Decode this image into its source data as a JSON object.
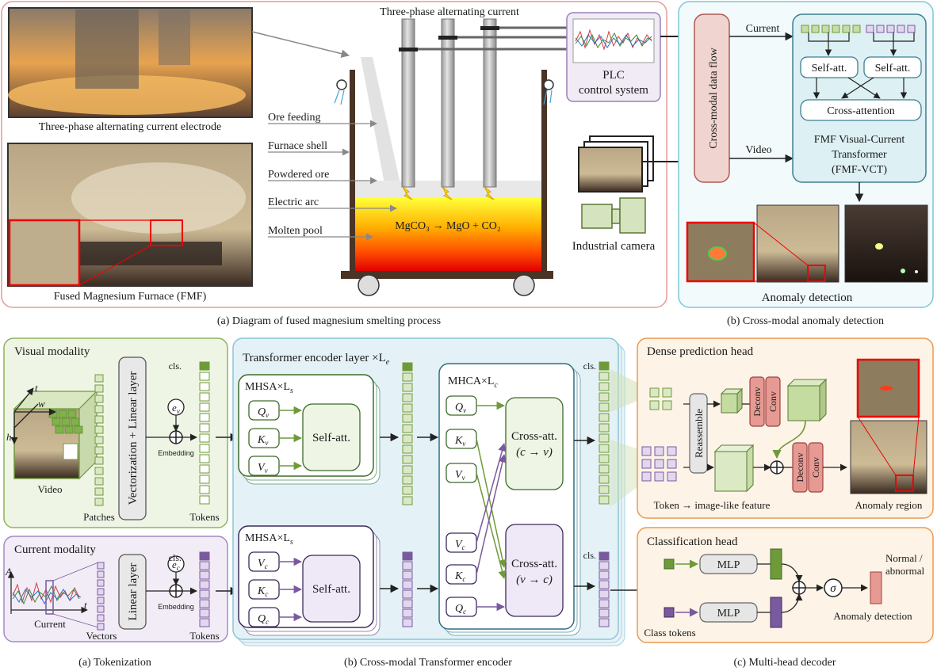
{
  "top": {
    "photo_caption_1": "Three-phase alternating current electrode",
    "photo_caption_2": "Fused Magnesium Furnace (FMF)",
    "three_phase_label": "Three-phase alternating current",
    "plc_line1": "PLC",
    "plc_line2": "control system",
    "labels": [
      "Ore feeding",
      "Furnace shell",
      "Powdered ore",
      "Electric arc",
      "Molten pool"
    ],
    "reaction": "MgCO₃ → MgO + CO₂",
    "industrial_camera": "Industrial camera",
    "caption_a": "(a)  Diagram of fused magnesium smelting process",
    "caption_b": "(b)  Cross-modal anomaly detection",
    "crossmodal_flow": "Cross-modal data flow",
    "current": "Current",
    "video": "Video",
    "selfatt": "Self-att.",
    "crossattention": "Cross-attention",
    "fmf_line1": "FMF Visual-Current",
    "fmf_line2": "Transformer",
    "fmf_line3": "(FMF-VCT)",
    "anomaly_detection": "Anomaly detection"
  },
  "bottom": {
    "visual_modality": "Visual modality",
    "current_modality": "Current modality",
    "vectorization": "Vectorization + Linear layer",
    "linear_layer": "Linear layer",
    "ev": "e",
    "ev_sub": "v",
    "ec_sub": "c",
    "embedding": "Embedding",
    "tokens": "Tokens",
    "cls": "cls.",
    "video": "Video",
    "patches": "Patches",
    "current": "Current",
    "vectors": "Vectors",
    "axis_t": "t",
    "axis_w": "w",
    "axis_h": "h",
    "axis_A": "A",
    "transformer_layer": "Transformer encoder layer ×L",
    "transformer_sub": "e",
    "mhsa": "MHSA×L",
    "mhsa_sub": "s",
    "mhca": "MHCA×L",
    "mhca_sub": "c",
    "selfatt": "Self-att.",
    "crossatt": "Cross-att.",
    "cv": "(c → v)",
    "vc": "(v → c)",
    "dense_head": "Dense prediction head",
    "reassemble": "Reassemble",
    "deconv": "Deconv",
    "conv": "Conv",
    "token_feature": "Token → image-like feature",
    "anomaly_region": "Anomaly region",
    "classification_head": "Classification head",
    "mlp": "MLP",
    "sigma": "σ",
    "normal_abnormal_1": "Normal /",
    "normal_abnormal_2": "abnormal",
    "anomaly_detection": "Anomaly detection",
    "class_tokens": "Class tokens",
    "caption_a": "(a)  Tokenization",
    "caption_b": "(b)  Cross-modal Transformer encoder",
    "caption_c": "(c)  Multi-head decoder"
  },
  "colors": {
    "visual_green": "#6f9a3a",
    "visual_fill": "#e6f0d5",
    "current_purple": "#7a5a9e",
    "current_fill": "#ebe3f3",
    "transformer_fill": "#e3f1f6",
    "decoder_fill": "#fdf3e6",
    "decoder_border": "#ec9a4f",
    "panel_red": "#e39b9b",
    "panel_cyan": "#7ec5d6",
    "deconv": "#e69a93",
    "accent_red": "#d33"
  }
}
